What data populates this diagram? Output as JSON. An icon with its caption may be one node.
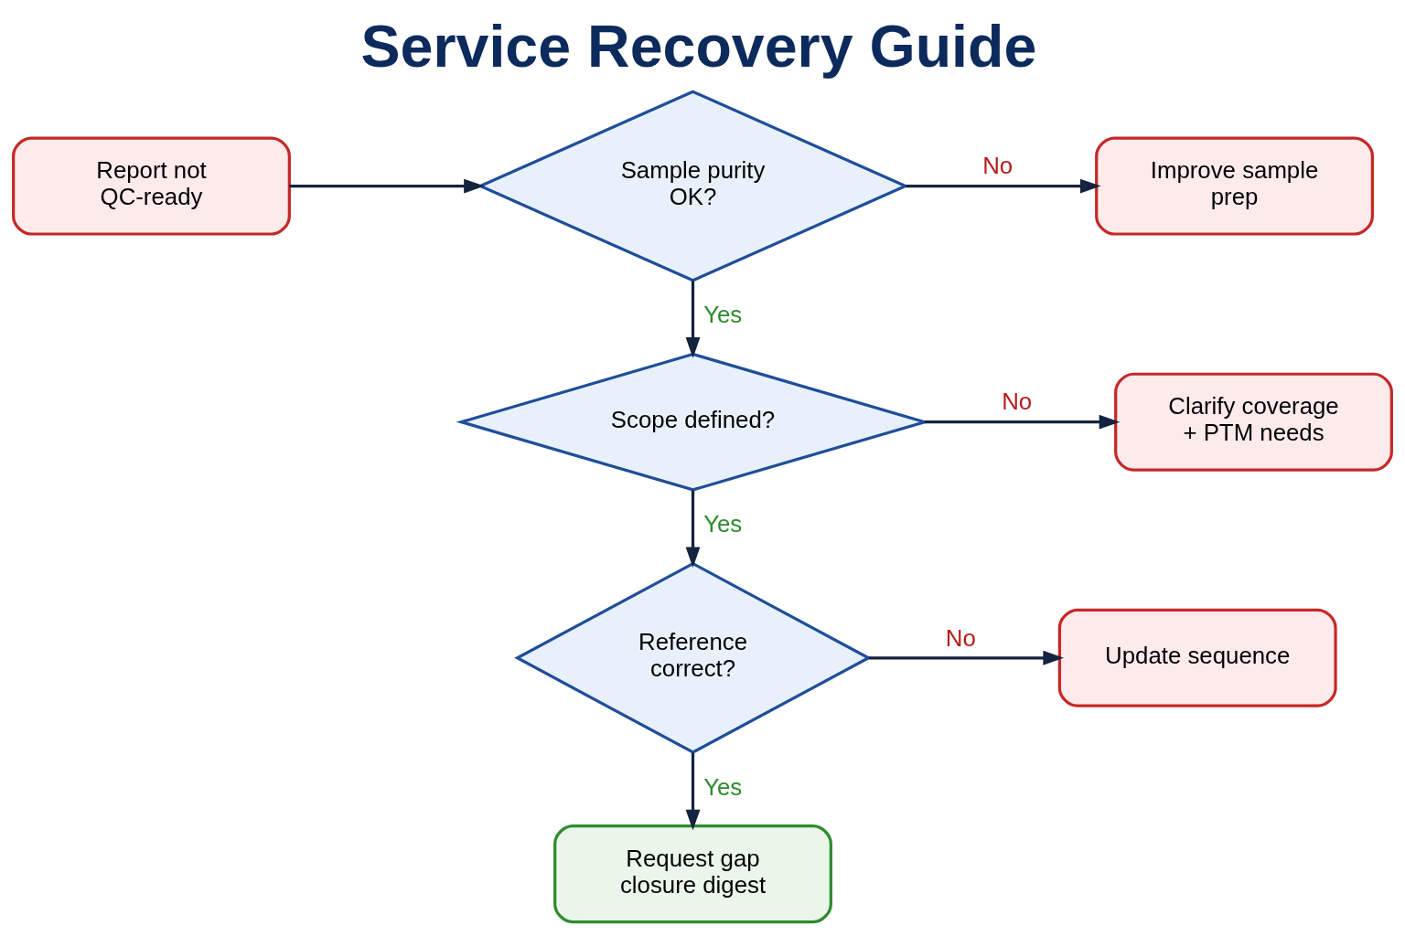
{
  "diagram": {
    "title": "Service Recovery Guide",
    "nodes": [
      {
        "text": [
          "Report not QC-ready"
        ]
      },
      {
        "text": [
          "Sample purity OK?"
        ]
      },
      {
        "text": [
          "Improve sample prep"
        ]
      },
      {
        "text": [
          "Scope defined?"
        ]
      },
      {
        "text": [
          "Clarify coverage + PTM needs"
        ]
      },
      {
        "text": [
          "Reference correct?"
        ]
      },
      {
        "text": [
          "Update sequence"
        ]
      },
      {
        "text": [
          "Request gap closure digest"
        ]
      }
    ],
    "edges": [
      {
        "from": 0,
        "to": 1,
        "arrow": "to"
      },
      {
        "from": 1,
        "to": 2,
        "arrow": "to",
        "label": "No"
      },
      {
        "from": 1,
        "to": 3,
        "arrow": "to",
        "label": "Yes"
      },
      {
        "from": 3,
        "to": 4,
        "arrow": "to",
        "label": "No"
      },
      {
        "from": 3,
        "to": 5,
        "arrow": "to",
        "label": "Yes"
      },
      {
        "from": 5,
        "to": 6,
        "arrow": "to",
        "label": "No"
      },
      {
        "from": 5,
        "to": 7,
        "arrow": "to",
        "label": "Yes"
      }
    ]
  }
}
